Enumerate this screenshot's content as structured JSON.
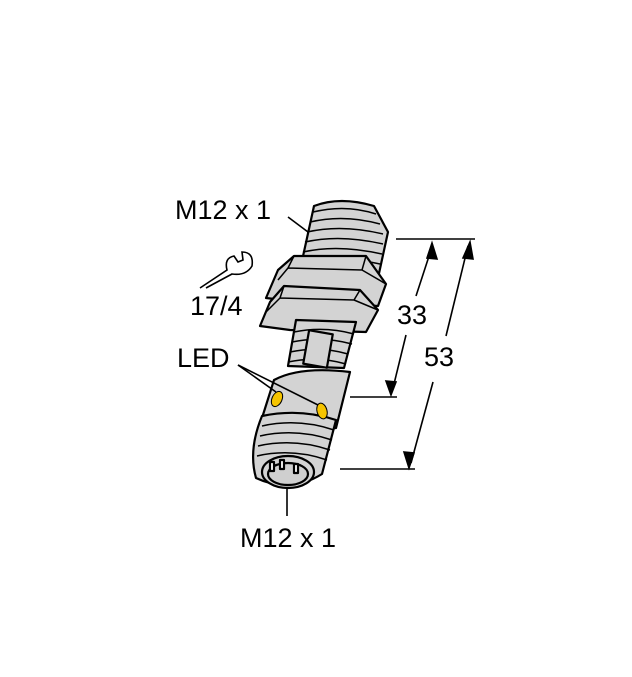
{
  "diagram": {
    "subject": "cylindrical inductive sensor with M12 connector",
    "labels": {
      "thread_top": "M12 x 1",
      "wrench_size": "17/4",
      "led": "LED",
      "dim_short": "33",
      "dim_long": "53",
      "thread_bottom": "M12 x 1"
    },
    "icons": [
      "wrench-icon"
    ],
    "colors": {
      "body": "#d3d3d3",
      "outline": "#000000",
      "led": "#f5c400",
      "background": "#ffffff"
    }
  }
}
